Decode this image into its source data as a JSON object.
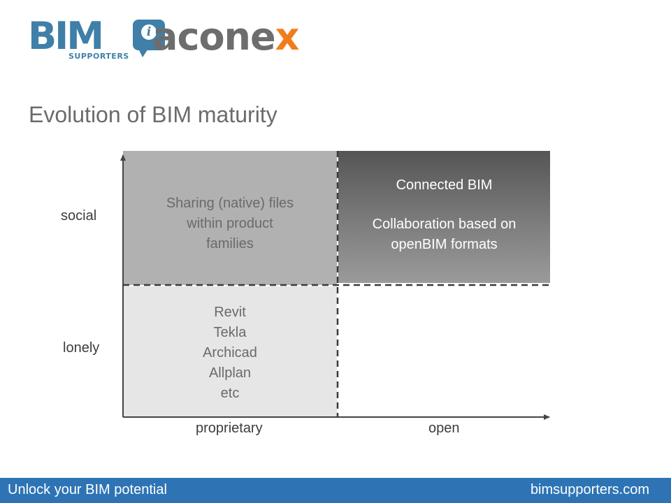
{
  "logos": {
    "bim": {
      "word": "BIM",
      "info_glyph": "i",
      "sub": "SUPPORTERS",
      "icon": "info-speech-bubble-icon"
    },
    "aconex": {
      "text_main": "acone",
      "text_accent": "x"
    }
  },
  "title": "Evolution of BIM maturity",
  "diagram": {
    "y_labels": {
      "top": "social",
      "bottom": "lonely"
    },
    "x_labels": {
      "left": "proprietary",
      "right": "open"
    },
    "quadrants": {
      "top_left": {
        "lines": [
          "Sharing (native) files",
          "within product",
          "families"
        ]
      },
      "top_right": {
        "title": "Connected BIM",
        "lines": [
          "Collaboration based on",
          "openBIM formats"
        ]
      },
      "bottom_left": {
        "items": [
          "Revit",
          "Tekla",
          "Archicad",
          "Allplan",
          "etc"
        ]
      },
      "bottom_right": {
        "items": []
      }
    }
  },
  "footer": {
    "left": "Unlock your BIM potential",
    "right": "bimsupporters.com"
  },
  "colors": {
    "brand_blue": "#3f7fa8",
    "footer_blue": "#2e74b5",
    "aconex_orange": "#f07d1a",
    "quad_top_left": "#b1b1b1",
    "quad_top_right": "#555555",
    "quad_bottom_left": "#e6e6e6"
  }
}
